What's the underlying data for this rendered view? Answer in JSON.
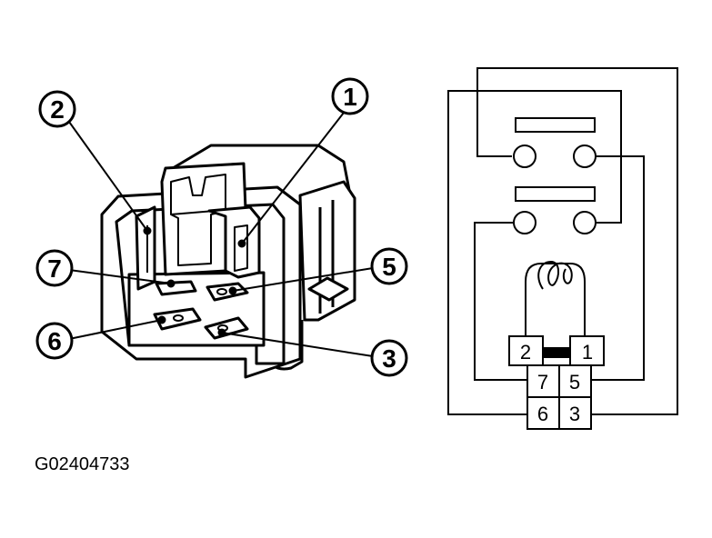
{
  "figure": {
    "code": "G02404733"
  },
  "relay_callouts": [
    {
      "label": "1"
    },
    {
      "label": "2"
    },
    {
      "label": "7"
    },
    {
      "label": "5"
    },
    {
      "label": "6"
    },
    {
      "label": "3"
    }
  ],
  "schematic": {
    "coil_pins": [
      "2",
      "1"
    ],
    "terminal_grid": [
      [
        "7",
        "5"
      ],
      [
        "6",
        "3"
      ]
    ]
  },
  "colors": {
    "line": "#000000",
    "background": "#ffffff"
  }
}
